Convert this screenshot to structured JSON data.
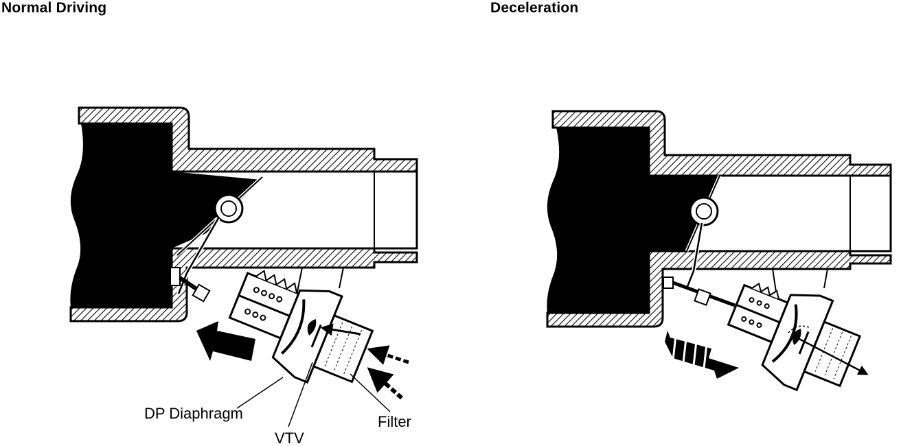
{
  "panels": {
    "left": {
      "title": "Normal Driving",
      "labels": {
        "dp_diaphragm": "DP Diaphragm",
        "vtv": "VTV",
        "filter": "Filter"
      }
    },
    "right": {
      "title": "Deceleration"
    }
  },
  "colors": {
    "ink": "#000000",
    "paper": "#ffffff"
  }
}
